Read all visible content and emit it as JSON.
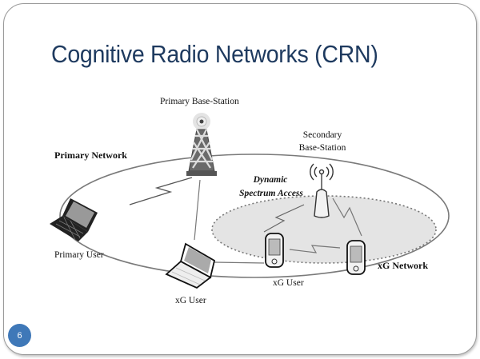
{
  "slide": {
    "title": "Cognitive Radio Networks (CRN)",
    "page_number": "6"
  },
  "diagram": {
    "labels": {
      "primary_base_station": "Primary Base-Station",
      "primary_network": "Primary Network",
      "secondary_base_station_line1": "Secondary",
      "secondary_base_station_line2": "Base-Station",
      "dynamic_line1": "Dynamic",
      "dynamic_line2": "Spectrum Access",
      "primary_user": "Primary User",
      "xg_user_laptop": "xG User",
      "xg_user_pda": "xG User",
      "xg_network": "xG Network"
    },
    "nodes": [
      {
        "id": "primary-base-station",
        "icon": "tower-icon"
      },
      {
        "id": "secondary-base-station",
        "icon": "antenna-icon"
      },
      {
        "id": "primary-user",
        "icon": "laptop-icon"
      },
      {
        "id": "xg-user-laptop",
        "icon": "laptop-icon"
      },
      {
        "id": "xg-user-pda",
        "icon": "pda-icon"
      },
      {
        "id": "xg-network-pda",
        "icon": "pda-icon"
      }
    ],
    "colors": {
      "title": "#1e3a5f",
      "badge": "#3f78b8",
      "xg_network_fill": "#e4e4e4"
    }
  }
}
